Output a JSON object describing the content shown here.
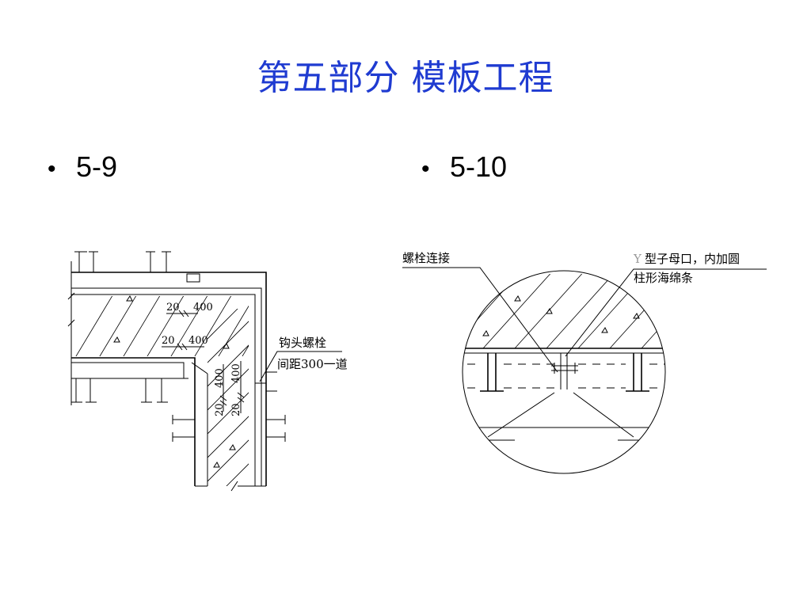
{
  "title": "第五部分  模板工程",
  "bullets": [
    "5-9",
    "5-10"
  ],
  "figure_59": {
    "dims": [
      "20",
      "400",
      "20",
      "400",
      "20",
      "400",
      "20",
      "400"
    ],
    "note_line1": "钩头螺栓",
    "note_line2": "间距300一道"
  },
  "figure_510": {
    "left_label": "螺栓连接",
    "right_label_prefix": "Y",
    "right_label_line1": "型子母口，内加圆",
    "right_label_line2": "柱形海绵条"
  }
}
